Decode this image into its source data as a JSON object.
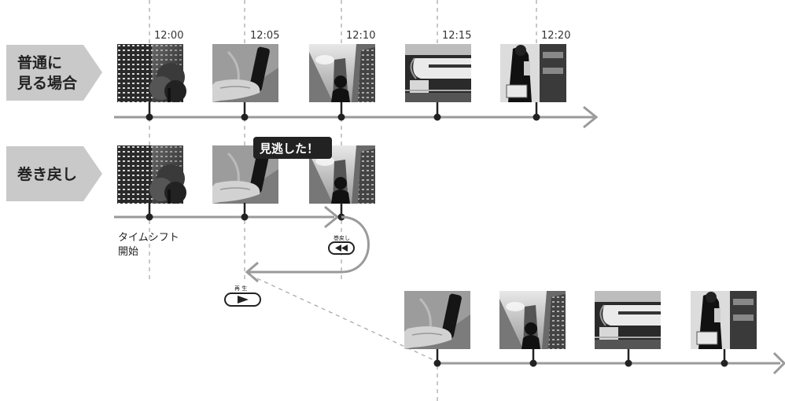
{
  "times": [
    "12:00",
    "12:05",
    "12:10",
    "12:15",
    "12:20"
  ],
  "rows": {
    "normal": {
      "label_line1": "普通に",
      "label_line2": "見る場合"
    },
    "rewind": {
      "label": "巻き戻し"
    }
  },
  "annotations": {
    "missed": "見逃した！",
    "timeshift_line1": "タイムシフト",
    "timeshift_line2": "開始"
  },
  "buttons": {
    "rewind": {
      "label": "巻戻し",
      "icon": "rewind-icon"
    },
    "play": {
      "label": "再 生",
      "icon": "play-icon"
    }
  },
  "scenes": [
    "building-tree",
    "hand-phone",
    "skyscraper-low-angle",
    "bullet-train",
    "person-with-bag"
  ],
  "colors": {
    "label_bg": "#c9c9c9",
    "arrow": "#9a9a9a",
    "dot": "#222222",
    "bubble_bg": "#222222"
  }
}
